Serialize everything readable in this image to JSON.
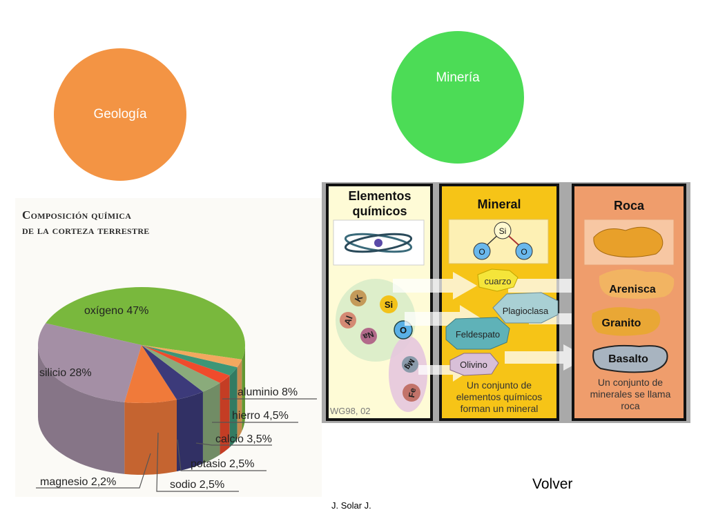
{
  "bubbles": {
    "geologia": "Geología",
    "mineria": "Minería"
  },
  "pie": {
    "title_line1": "Composición química",
    "title_line2": "de la corteza terrestre",
    "labels": {
      "oxigeno": "oxígeno 47%",
      "silicio": "silicio 28%",
      "aluminio": "aluminio 8%",
      "hierro": "hierro 4,5%",
      "calcio": "calcio 3,5%",
      "potasio": "potasio 2,5%",
      "magnesio": "magnesio 2,2%",
      "sodio": "sodio 2,5%"
    }
  },
  "chart_data": {
    "type": "pie",
    "title": "Composición química de la corteza terrestre",
    "categories": [
      "oxígeno",
      "silicio",
      "aluminio",
      "hierro",
      "calcio",
      "potasio",
      "sodio",
      "magnesio"
    ],
    "values": [
      47,
      28,
      8,
      4.5,
      3.5,
      2.5,
      2.5,
      2.2
    ],
    "unit": "%",
    "colors": [
      "#79b83d",
      "#a48fa5",
      "#f07a3a",
      "#3c3a7a",
      "#8aab7b",
      "#ef4b2c",
      "#3d9677",
      "#f2a85f"
    ]
  },
  "diagram": {
    "col1": {
      "title1": "Elementos",
      "title2": "químicos",
      "credit": "WG98, 02",
      "elements": {
        "al": "Al",
        "k": "K",
        "si": "Si",
        "na": "Na",
        "o": "O",
        "mg": "Mg",
        "fe": "Fe"
      }
    },
    "col2": {
      "title": "Mineral",
      "mol_si": "Si",
      "mol_o1": "O",
      "mol_o2": "O",
      "cuarzo": "cuarzo",
      "plagioclasa": "Plagioclasa",
      "feldespato": "Feldespato",
      "olivino": "Olivino",
      "caption1": "Un conjunto de",
      "caption2": "elementos químicos",
      "caption3": "forman un mineral"
    },
    "col3": {
      "title": "Roca",
      "arenisca": "Arenisca",
      "granito": "Granito",
      "basalto": "Basalto",
      "caption1": "Un conjunto de",
      "caption2": "minerales se llama",
      "caption3": "roca"
    }
  },
  "footer": {
    "volver": "Volver",
    "author": "J. Solar J."
  }
}
